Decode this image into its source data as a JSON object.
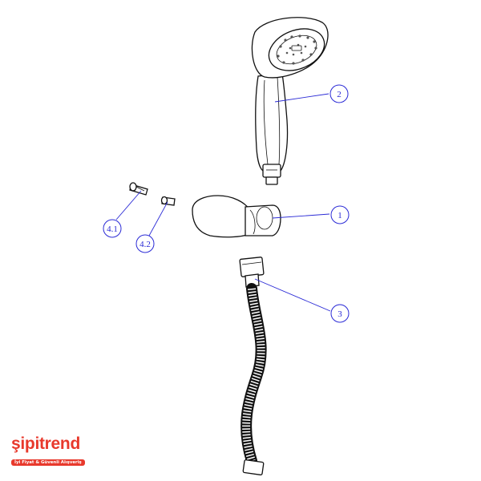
{
  "callouts": [
    {
      "id": "1",
      "label": "1"
    },
    {
      "id": "2",
      "label": "2"
    },
    {
      "id": "3",
      "label": "3"
    },
    {
      "id": "4.1",
      "label": "4.1"
    },
    {
      "id": "4.2",
      "label": "4.2"
    }
  ],
  "watermark": {
    "name": "şipitrend",
    "tagline": "İyi Fiyat & Güvenli Alışveriş"
  },
  "colors": {
    "callout": "#2b2bd6",
    "line_art": "#111111",
    "brand": "#e8392c"
  }
}
